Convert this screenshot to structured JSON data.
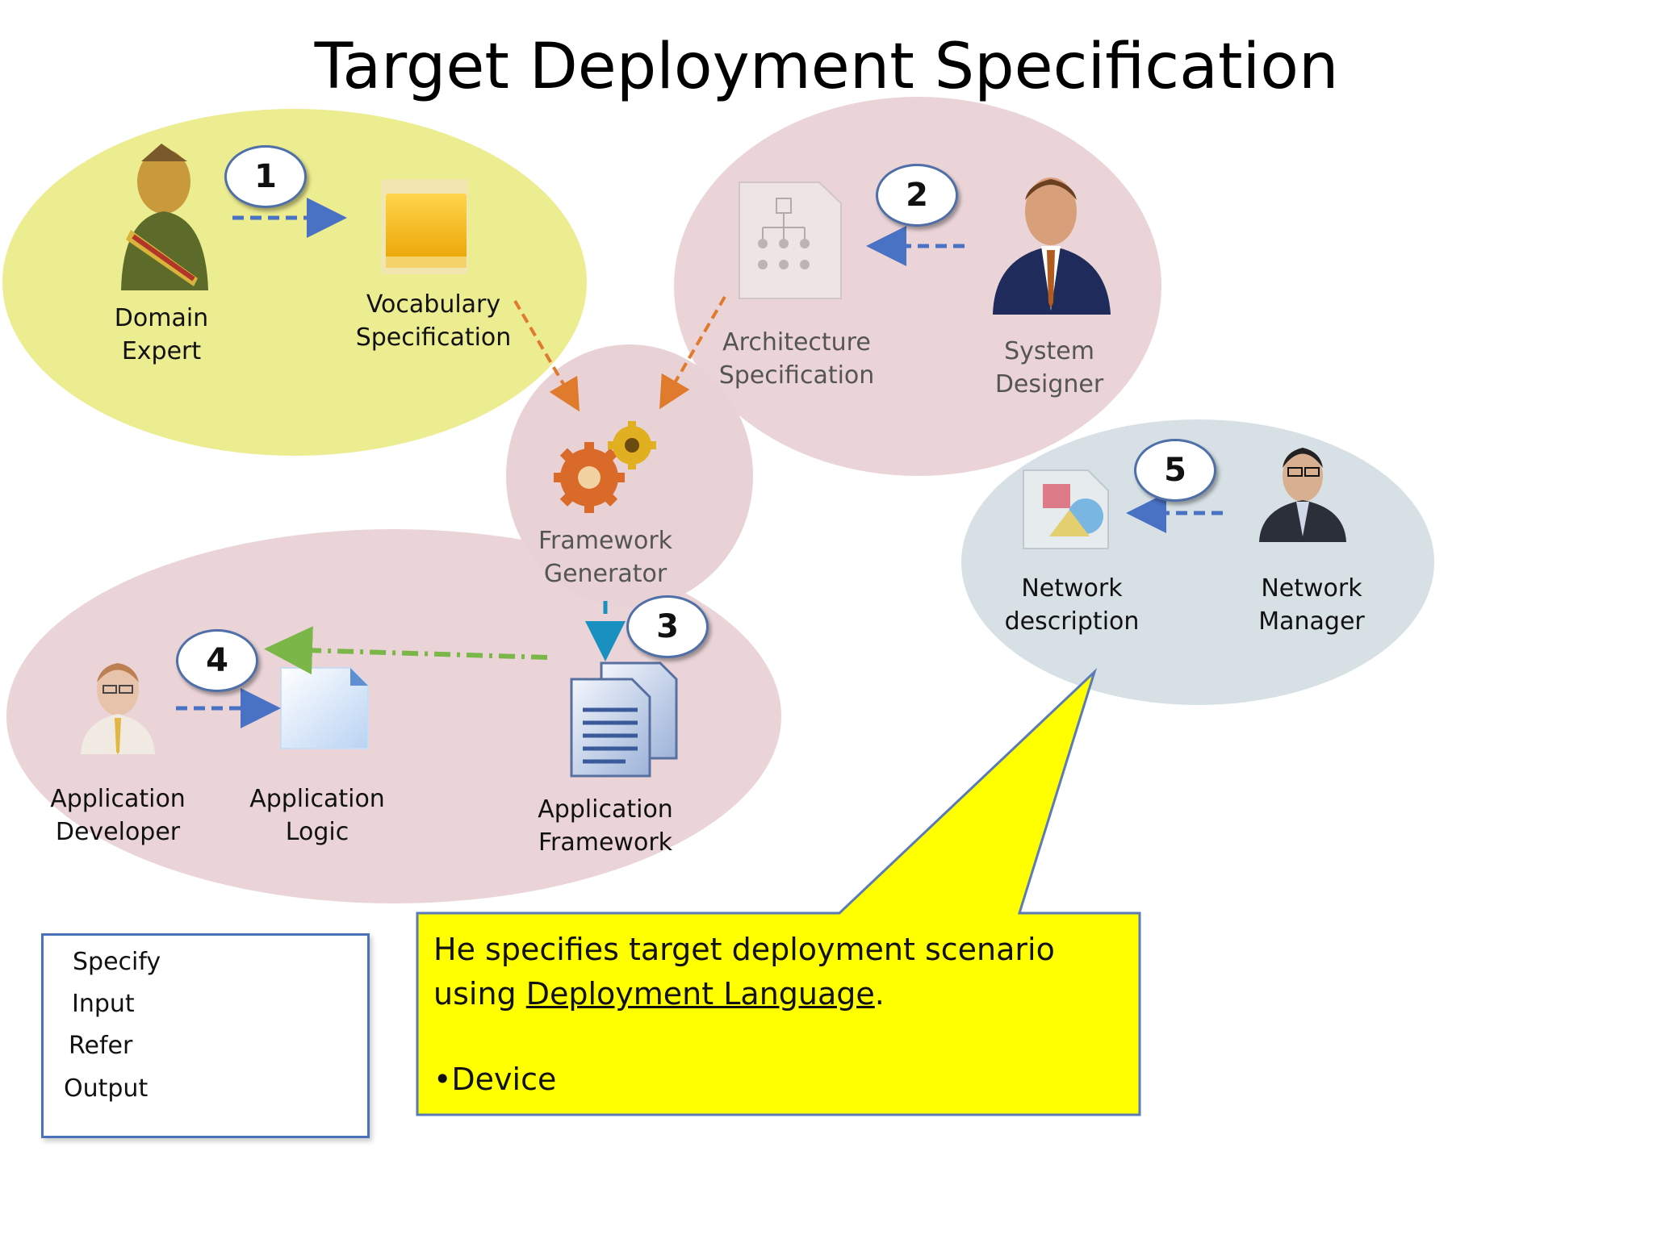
{
  "title": "Target Deployment Specification",
  "nodes": {
    "domain_expert": {
      "line1": "Domain",
      "line2": "Expert"
    },
    "vocabulary_spec": {
      "line1": "Vocabulary",
      "line2": "Specification"
    },
    "architecture_spec": {
      "line1": "Architecture",
      "line2": "Specification"
    },
    "system_designer": {
      "line1": "System",
      "line2": "Designer"
    },
    "framework_generator": {
      "line1": "Framework",
      "line2": "Generator"
    },
    "network_description": {
      "line1": "Network",
      "line2": "description"
    },
    "network_manager": {
      "line1": "Network",
      "line2": "Manager"
    },
    "application_developer": {
      "line1": "Application",
      "line2": "Developer"
    },
    "application_logic": {
      "line1": "Application",
      "line2": "Logic"
    },
    "application_framework": {
      "line1": "Application",
      "line2": "Framework"
    }
  },
  "steps": [
    "1",
    "2",
    "3",
    "4",
    "5"
  ],
  "legend": {
    "specify": "Specify",
    "input": "Input",
    "refer": "Refer",
    "output": "Output"
  },
  "callout": {
    "text_before": "He specifies target  deployment scenario using ",
    "link": "Deployment Language",
    "text_after": ".",
    "bullet": "•Device"
  },
  "colors": {
    "yellow_group": "#ecec90",
    "pink_group": "#e9d2d6",
    "blue_group": "#d6e0e5",
    "specify": "#4a72c4",
    "input": "#e07a2c",
    "refer": "#7ab648",
    "output": "#1a90c0",
    "callout": "#ffff00"
  }
}
